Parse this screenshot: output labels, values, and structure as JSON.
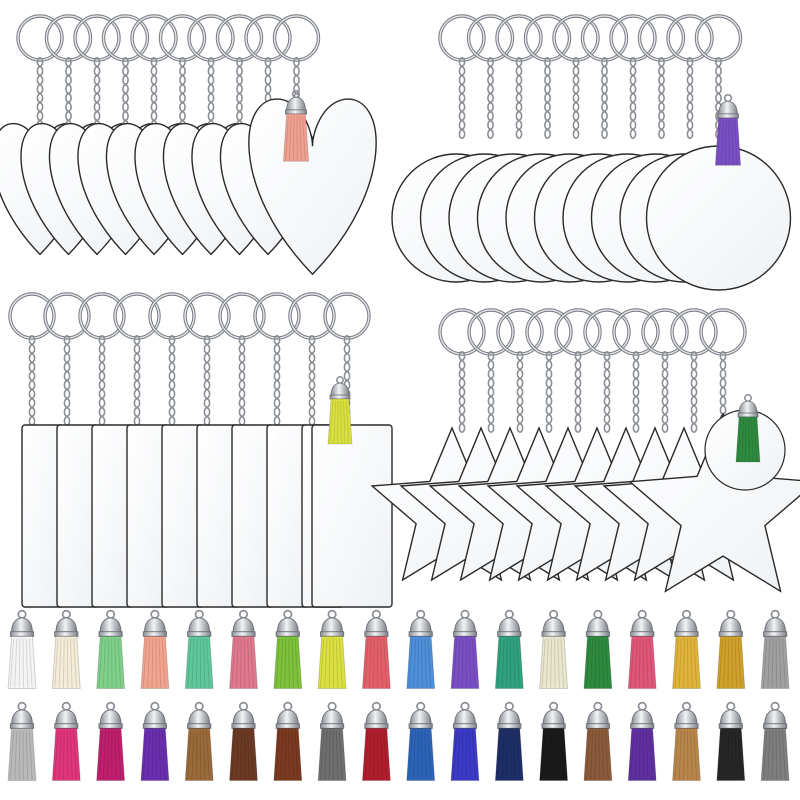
{
  "product": {
    "groups": [
      {
        "shape": "heart",
        "count": 10,
        "tassel_color": "#f0a090"
      },
      {
        "shape": "circle",
        "count": 10,
        "tassel_color": "#7a4fc4"
      },
      {
        "shape": "rectangle",
        "count": 10,
        "tassel_color": "#d8e040"
      },
      {
        "shape": "star",
        "count": 10,
        "tassel_color": "#2e8a3e"
      }
    ],
    "tassel_rows": [
      [
        "#f4f4f4",
        "#f3ecd6",
        "#7fd08a",
        "#f2a48e",
        "#5fc79b",
        "#e0788e",
        "#7cc23a",
        "#dbe040",
        "#e3606a",
        "#4d8fd8",
        "#7a4fc4",
        "#2fa27e",
        "#e8e6cc",
        "#2e8a3e",
        "#e0567a",
        "#e0b33a",
        "#cfa02a",
        "#a0a0a0"
      ],
      [
        "#b9b9b9",
        "#e0357a",
        "#c01f6e",
        "#6a2fae",
        "#9a6a3a",
        "#6b3a24",
        "#7a3a20",
        "#6e6e6e",
        "#b01e2e",
        "#2d64b8",
        "#3a3ac4",
        "#1e2e66",
        "#1a1a1a",
        "#8a5a3a",
        "#6030a0",
        "#b8864a",
        "#262626",
        "#7e7e7e"
      ]
    ],
    "metal_color": "#b8bcc2",
    "acrylic_outline_color": "#2a2a2a"
  }
}
